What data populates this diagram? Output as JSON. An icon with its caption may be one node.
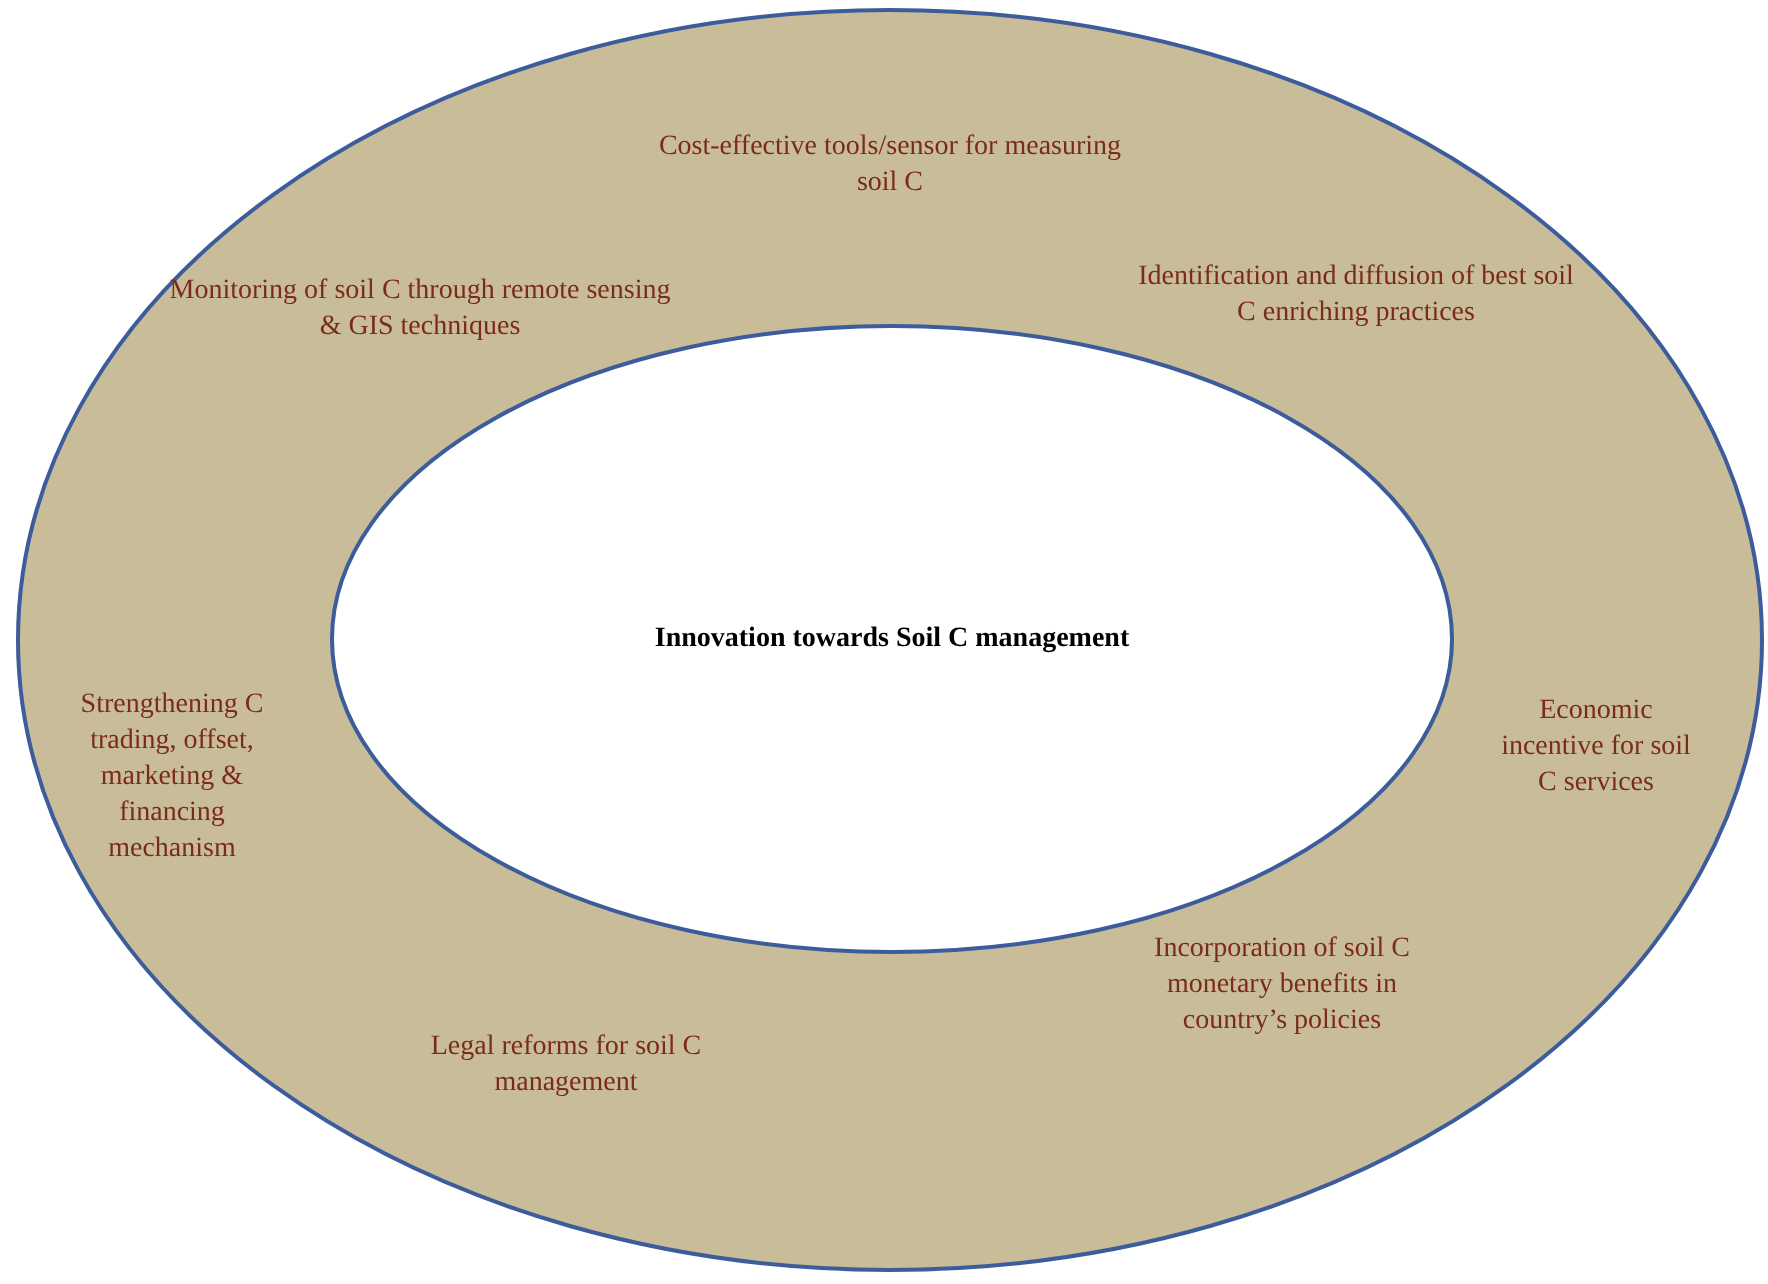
{
  "diagram": {
    "nodes": [
      {
        "text": [
          "Cost-effective tools/sensor for measuring soil C",
          "Monitoring of soil C through remote sensing & GIS techniques",
          "Identification and diffusion of best soil C enriching practices",
          "Strengthening C trading, offset, marketing & financing mechanism",
          "Economic incentive for soil C services",
          "Legal reforms for soil C management",
          "Incorporation of soil C monetary benefits in country’s policies"
        ]
      },
      {
        "text": [
          "Innovation towards Soil C management"
        ],
        "in": 0
      }
    ]
  }
}
